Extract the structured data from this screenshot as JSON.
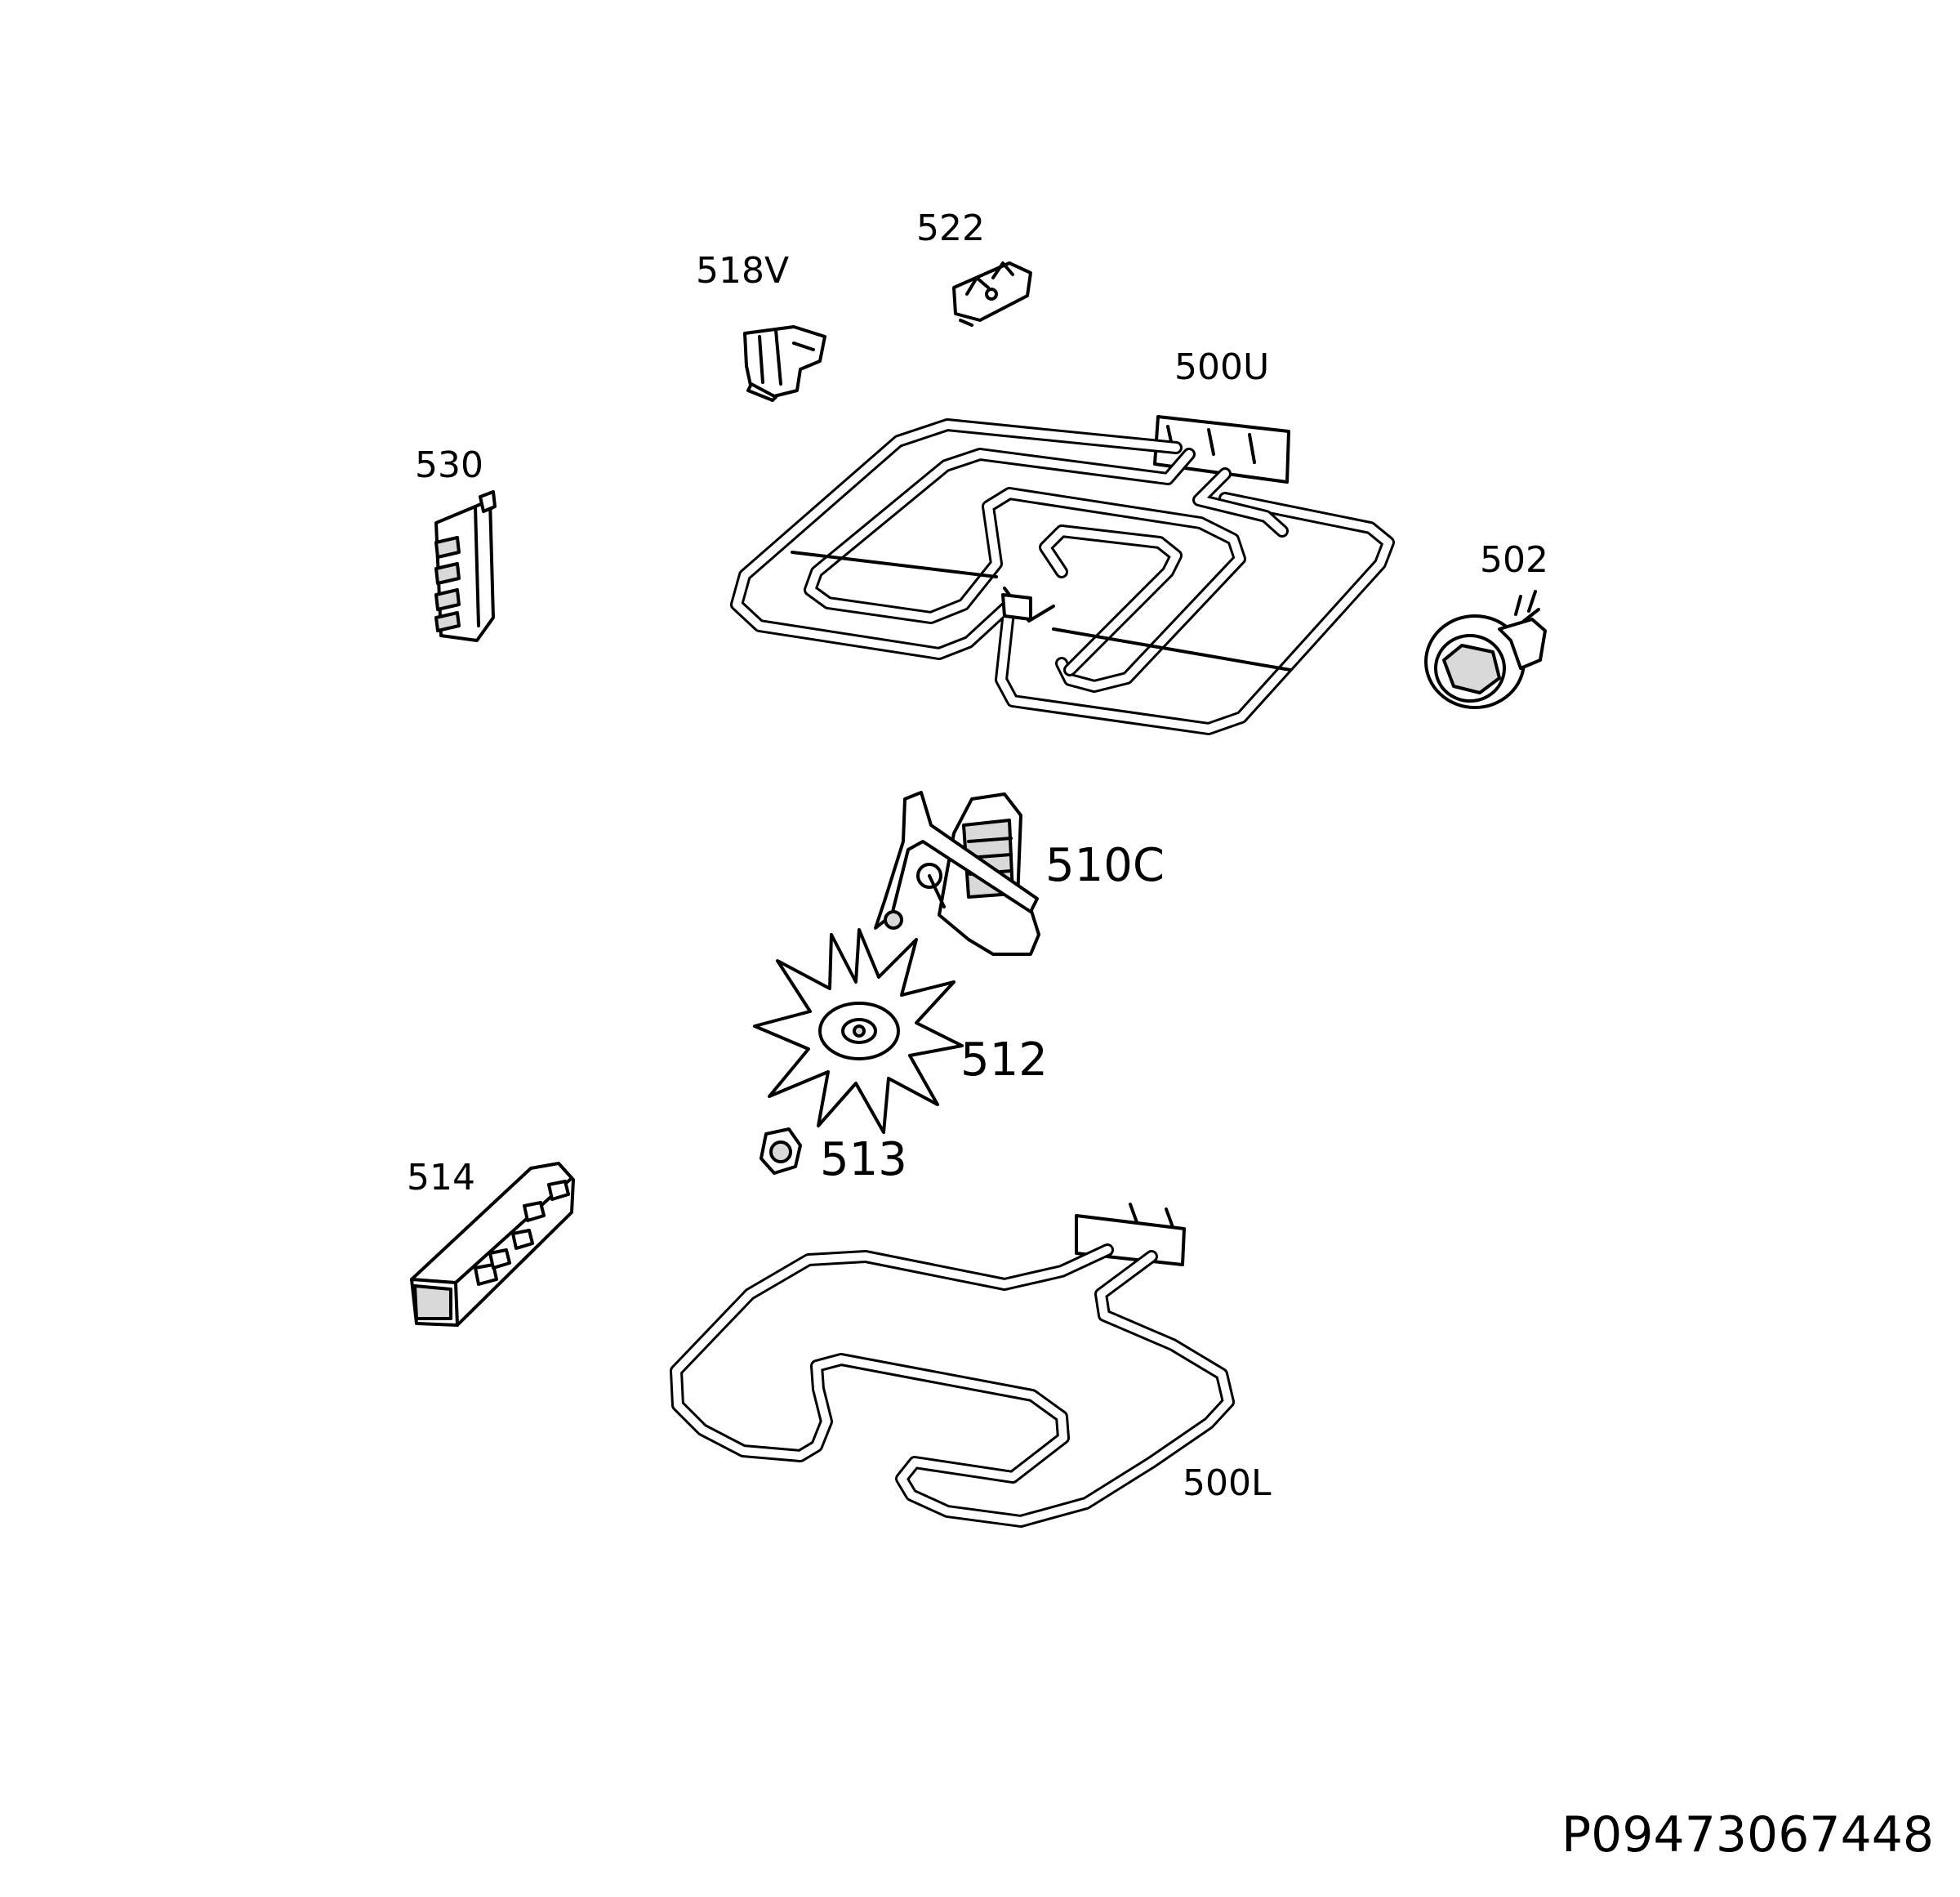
{
  "labels": {
    "part_518V": "518V",
    "part_522": "522",
    "part_500U": "500U",
    "part_530": "530",
    "part_502": "502",
    "part_510C": "510C",
    "part_512": "512",
    "part_513": "513",
    "part_514": "514",
    "part_500L": "500L"
  },
  "drawing_code": "P09473067448",
  "colors": {
    "ink": "#000000",
    "paper": "#ffffff"
  }
}
